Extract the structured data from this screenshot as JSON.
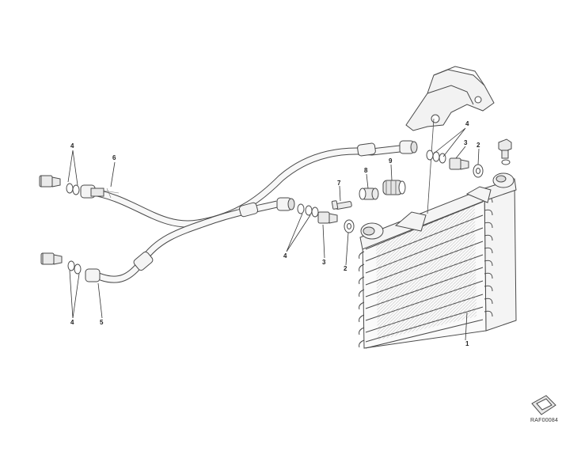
{
  "diagram": {
    "callouts": [
      {
        "id": "c1",
        "text": "1"
      },
      {
        "id": "c2a",
        "text": "2"
      },
      {
        "id": "c2b",
        "text": "2"
      },
      {
        "id": "c3a",
        "text": "3"
      },
      {
        "id": "c3b",
        "text": "3"
      },
      {
        "id": "c4a",
        "text": "4"
      },
      {
        "id": "c4b",
        "text": "4"
      },
      {
        "id": "c4c",
        "text": "4"
      },
      {
        "id": "c4d",
        "text": "4"
      },
      {
        "id": "c5",
        "text": "5"
      },
      {
        "id": "c6",
        "text": "6"
      },
      {
        "id": "c7",
        "text": "7"
      },
      {
        "id": "c8",
        "text": "8"
      },
      {
        "id": "c9",
        "text": "9"
      }
    ],
    "reference_code": "RAF00084",
    "stroke_color": "#4a4a4a",
    "fill_color": "#f4f4f4"
  }
}
